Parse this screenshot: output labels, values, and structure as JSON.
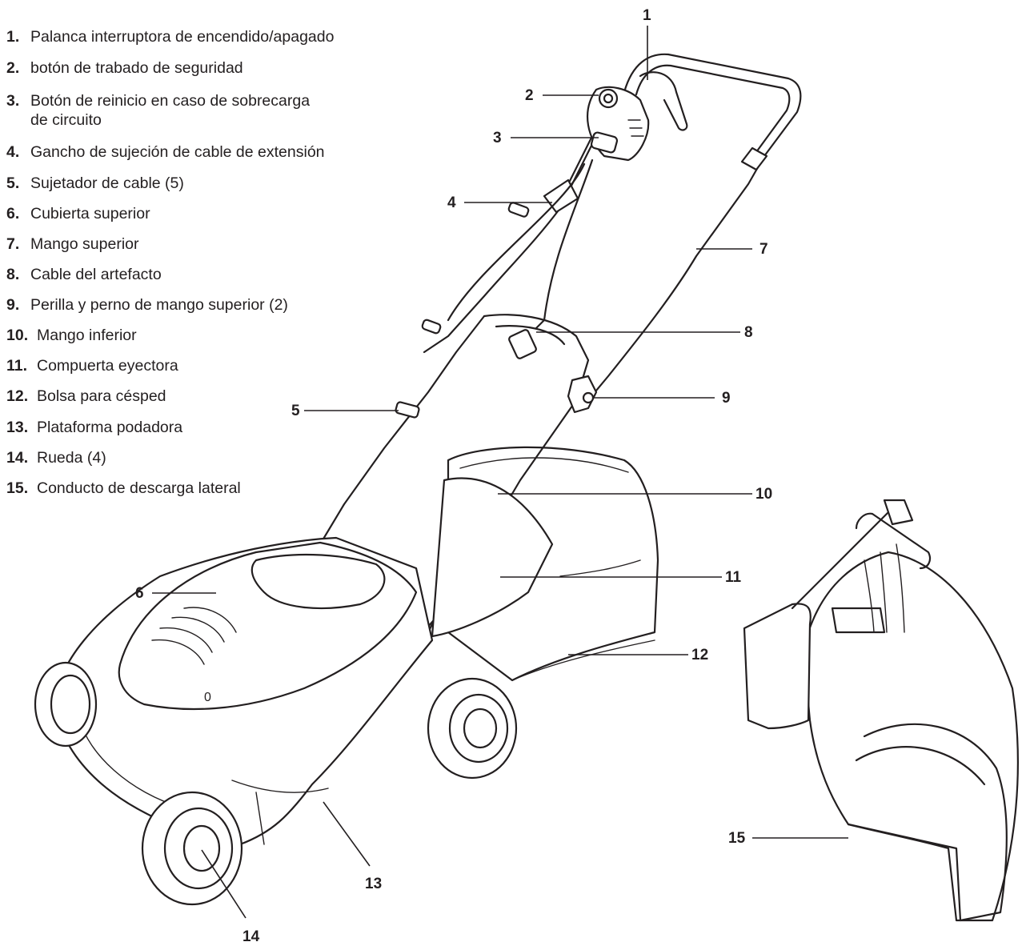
{
  "legend": [
    {
      "num": "1.",
      "label": "Palanca interruptora de encendido/apagado"
    },
    {
      "num": "2.",
      "label": "botón de trabado de seguridad"
    },
    {
      "num": "3.",
      "label": "Botón de reinicio en caso de sobrecarga",
      "label2": "de circuito"
    },
    {
      "num": "4.",
      "label": "Gancho de sujeción de cable de extensión"
    },
    {
      "num": "5.",
      "label": "Sujetador de cable (5)"
    },
    {
      "num": "6.",
      "label": "Cubierta superior"
    },
    {
      "num": "7.",
      "label": "Mango superior"
    },
    {
      "num": "8.",
      "label": "Cable del artefacto"
    },
    {
      "num": "9.",
      "label": "Perilla y perno de mango superior (2)"
    },
    {
      "num": "10.",
      "label": "Mango inferior"
    },
    {
      "num": "11.",
      "label": "Compuerta eyectora"
    },
    {
      "num": "12.",
      "label": "Bolsa para césped"
    },
    {
      "num": "13.",
      "label": "Plataforma podadora"
    },
    {
      "num": "14.",
      "label": "Rueda (4)"
    },
    {
      "num": "15.",
      "label": "Conducto de descarga lateral"
    }
  ],
  "callouts": {
    "c1": "1",
    "c2": "2",
    "c3": "3",
    "c4": "4",
    "c5": "5",
    "c6": "6",
    "c7": "7",
    "c8": "8",
    "c9": "9",
    "c10": "10",
    "c11": "11",
    "c12": "12",
    "c13": "13",
    "c14": "14",
    "c15": "15"
  },
  "deck_mark": "0"
}
